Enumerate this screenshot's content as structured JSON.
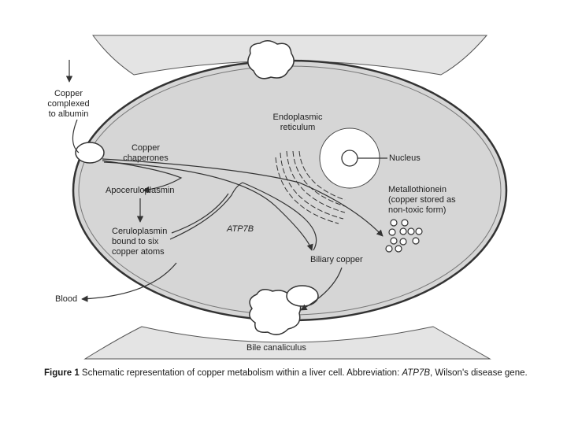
{
  "labels": {
    "copper_albumin": "Copper\ncomplexed\nto albumin",
    "endoplasmic_reticulum": "Endoplasmic\nreticulum",
    "copper_chaperones": "Copper\nchaperones",
    "nucleus": "Nucleus",
    "apoceruloplasmin": "Apoceruloplasmin",
    "metallothionein": "Metallothionein\n(copper stored as\nnon-toxic form)",
    "ceruloplasmin": "Ceruloplasmin\nbound to six\ncopper atoms",
    "atp7b": "ATP7B",
    "biliary_copper": "Biliary copper",
    "blood": "Blood",
    "bile_canaliculus": "Bile canaliculus"
  },
  "caption": {
    "figure_label": "Figure 1",
    "text_part1": " Schematic representation of copper metabolism within a liver cell. Abbreviation: ",
    "abbr": "ATP7B",
    "text_part2": ", Wilson's disease gene."
  },
  "colors": {
    "cell_fill": "#d6d6d6",
    "neighbor_fill": "#e4e4e4",
    "outline": "#333333",
    "white": "#ffffff"
  }
}
